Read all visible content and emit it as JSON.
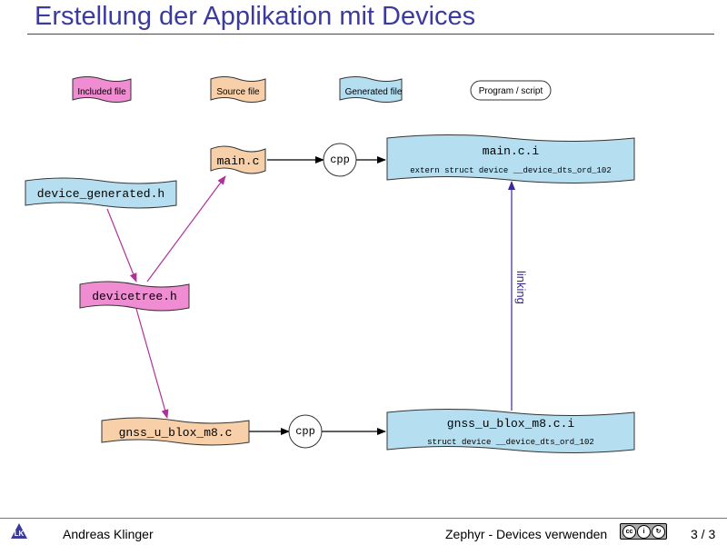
{
  "slide": {
    "title": "Erstellung der Applikation mit Devices"
  },
  "legend": {
    "included_file": "Included file",
    "source_file": "Source file",
    "generated_file": "Generated file",
    "program_script": "Program / script"
  },
  "nodes": {
    "main_c": "main.c",
    "cpp_top": "cpp",
    "main_c_i": "main.c.i",
    "main_c_i_detail": "extern struct device __device_dts_ord_102",
    "device_generated_h": "device_generated.h",
    "devicetree_h": "devicetree.h",
    "gnss_c": "gnss_u_blox_m8.c",
    "cpp_bottom": "cpp",
    "gnss_c_i": "gnss_u_blox_m8.c.i",
    "gnss_c_i_detail": "struct device __device_dts_ord_102"
  },
  "edges": {
    "linking_label": "linking"
  },
  "colors": {
    "included": "#f08cd2",
    "source": "#f7cfa8",
    "generated": "#b5dff0",
    "title": "#3b3b9e",
    "include_arrow": "#b0309a",
    "link_arrow": "#3b2a9a"
  },
  "footer": {
    "author": "Andreas Klinger",
    "talk_title": "Zephyr - Devices verwenden",
    "license": "cc by sa",
    "page": "3 / 3"
  }
}
